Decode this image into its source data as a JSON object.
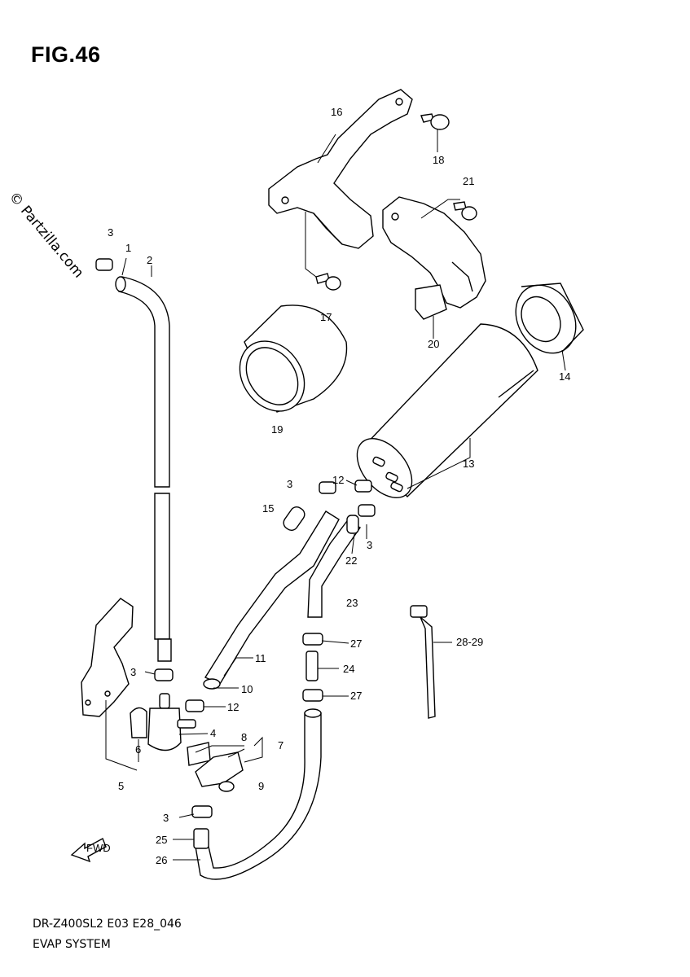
{
  "figure": {
    "title": "FIG.46",
    "watermark": "© Partzilla.com",
    "code": "DR-Z400SL2 E03 E28_046",
    "subtitle": "EVAP SYSTEM",
    "fwd_label": "FWD"
  },
  "callouts": {
    "c1": "1",
    "c2": "2",
    "c3a": "3",
    "c3b": "3",
    "c3c": "3",
    "c3d": "3",
    "c3e": "3",
    "c4": "4",
    "c5": "5",
    "c6": "6",
    "c7": "7",
    "c8": "8",
    "c9": "9",
    "c10": "10",
    "c11": "11",
    "c12a": "12",
    "c12b": "12",
    "c13": "13",
    "c14": "14",
    "c15": "15",
    "c16": "16",
    "c17": "17",
    "c18": "18",
    "c19": "19",
    "c20": "20",
    "c21": "21",
    "c22": "22",
    "c23": "23",
    "c24": "24",
    "c25": "25",
    "c26": "26",
    "c27a": "27",
    "c27b": "27",
    "c28": "28-29"
  }
}
